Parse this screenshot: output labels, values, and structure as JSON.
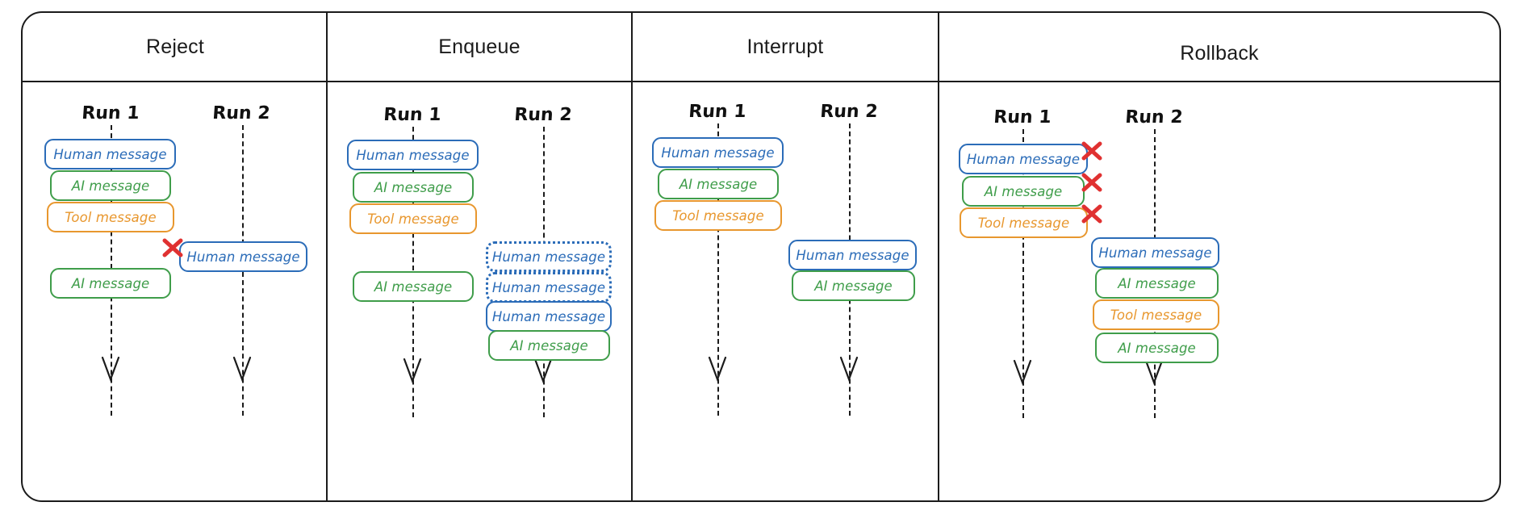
{
  "diagram": {
    "title_row": [
      "Reject",
      "Enqueue",
      "Interrupt",
      "Rollback"
    ],
    "run_labels": {
      "run1": "Run 1",
      "run2": "Run 2"
    },
    "message_labels": {
      "human": "Human message",
      "ai": "AI message",
      "tool": "Tool message"
    },
    "colors": {
      "human": "#2b6cb8",
      "ai": "#3f9d4a",
      "tool": "#e8972e",
      "reject_x": "#e03131",
      "frame": "#1b1b1b"
    },
    "icons": {
      "reject": "red-x-icon",
      "arrow": "down-arrow-icon"
    },
    "columns": [
      {
        "name": "Reject",
        "header": "Reject",
        "runs": [
          {
            "label": "Run 1",
            "messages": [
              {
                "type": "human",
                "text": "Human message",
                "style": "solid"
              },
              {
                "type": "ai",
                "text": "AI message",
                "style": "solid"
              },
              {
                "type": "tool",
                "text": "Tool message",
                "style": "solid"
              },
              {
                "type": "ai",
                "text": "AI message",
                "style": "solid"
              }
            ]
          },
          {
            "label": "Run 2",
            "messages": [
              {
                "type": "human",
                "text": "Human message",
                "style": "solid",
                "rejected": true
              }
            ]
          }
        ]
      },
      {
        "name": "Enqueue",
        "header": "Enqueue",
        "runs": [
          {
            "label": "Run 1",
            "messages": [
              {
                "type": "human",
                "text": "Human message",
                "style": "solid"
              },
              {
                "type": "ai",
                "text": "AI message",
                "style": "solid"
              },
              {
                "type": "tool",
                "text": "Tool message",
                "style": "solid"
              },
              {
                "type": "ai",
                "text": "AI message",
                "style": "solid"
              }
            ]
          },
          {
            "label": "Run 2",
            "messages": [
              {
                "type": "human",
                "text": "Human message",
                "style": "dotted"
              },
              {
                "type": "human",
                "text": "Human message",
                "style": "dotted"
              },
              {
                "type": "human",
                "text": "Human message",
                "style": "solid"
              },
              {
                "type": "ai",
                "text": "AI message",
                "style": "solid"
              }
            ]
          }
        ]
      },
      {
        "name": "Interrupt",
        "header": "Interrupt",
        "runs": [
          {
            "label": "Run 1",
            "messages": [
              {
                "type": "human",
                "text": "Human message",
                "style": "solid"
              },
              {
                "type": "ai",
                "text": "AI message",
                "style": "solid"
              },
              {
                "type": "tool",
                "text": "Tool message",
                "style": "solid"
              }
            ]
          },
          {
            "label": "Run 2",
            "messages": [
              {
                "type": "human",
                "text": "Human message",
                "style": "solid"
              },
              {
                "type": "ai",
                "text": "AI message",
                "style": "solid"
              }
            ]
          }
        ]
      },
      {
        "name": "Rollback",
        "header": "Rollback",
        "runs": [
          {
            "label": "Run 1",
            "messages": [
              {
                "type": "human",
                "text": "Human message",
                "style": "solid",
                "rejected": true
              },
              {
                "type": "ai",
                "text": "AI message",
                "style": "solid",
                "rejected": true
              },
              {
                "type": "tool",
                "text": "Tool message",
                "style": "solid",
                "rejected": true
              }
            ]
          },
          {
            "label": "Run 2",
            "messages": [
              {
                "type": "human",
                "text": "Human message",
                "style": "solid"
              },
              {
                "type": "ai",
                "text": "AI message",
                "style": "solid"
              },
              {
                "type": "tool",
                "text": "Tool message",
                "style": "solid"
              },
              {
                "type": "ai",
                "text": "AI message",
                "style": "solid"
              }
            ]
          }
        ]
      }
    ]
  }
}
